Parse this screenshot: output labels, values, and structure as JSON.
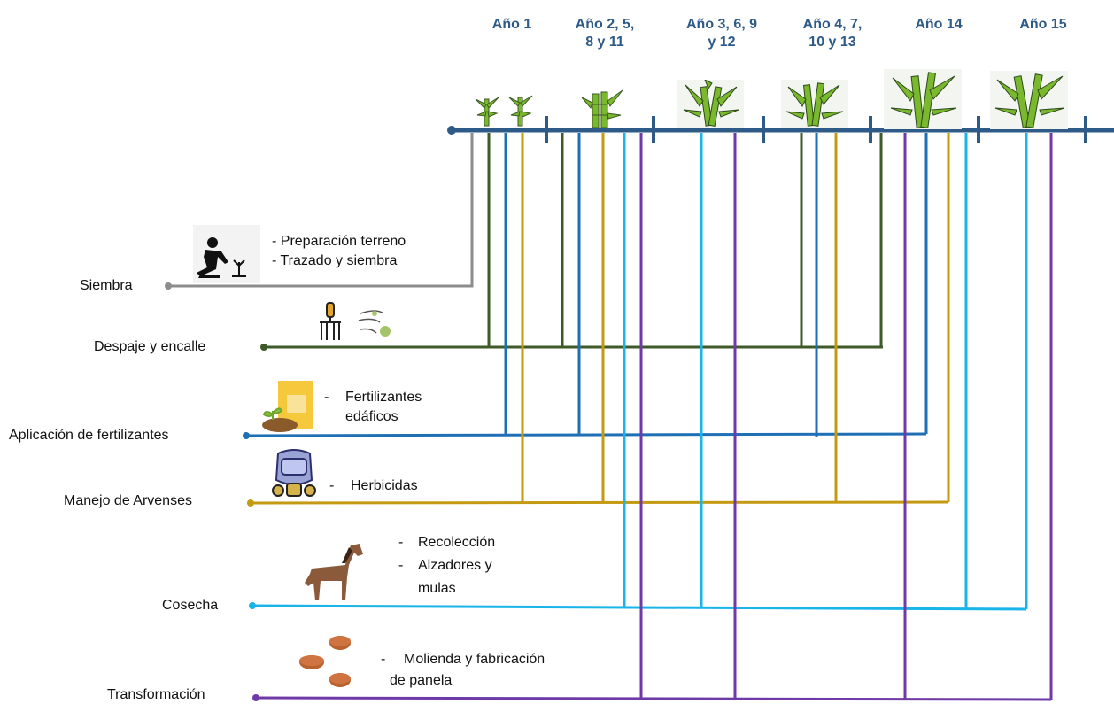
{
  "years": [
    "Año 1",
    "Año 2, 5,\n8 y 11",
    "Año 3, 6, 9\ny 12",
    "Año 4, 7,\n10 y 13",
    "Año 14",
    "Año 15"
  ],
  "activities": [
    {
      "label": "Siembra",
      "color": "#8c8c8c",
      "icon": "kneeling-planter-icon",
      "details": [
        "- Preparación terreno",
        "- Trazado y siembra"
      ]
    },
    {
      "label": "Despaje y encalle",
      "color": "#3d5a28",
      "icon": "garden-fork-and-wind-icon",
      "details": []
    },
    {
      "label": "Aplicación de fertilizantes",
      "color": "#1f6fb5",
      "icon": "fertilizer-bag-icon",
      "details": [
        "-",
        "Fertilizantes",
        "edáficos"
      ]
    },
    {
      "label": "Manejo de Arvenses",
      "color": "#c49a12",
      "icon": "gas-mask-icon",
      "details": [
        "-",
        "Herbicidas"
      ]
    },
    {
      "label": "Cosecha",
      "color": "#19b5e8",
      "icon": "horse-icon",
      "details": [
        "-",
        "Recolección",
        "-",
        "Alzadores y",
        "mulas"
      ]
    },
    {
      "label": "Transformación",
      "color": "#6f3aa8",
      "icon": "panela-blocks-icon",
      "details": [
        "-",
        "Molienda y fabricación",
        "de panela"
      ]
    }
  ],
  "colors": {
    "timeline": "#2e5a87",
    "year_text": "#2e5a87",
    "cane": "#7ab82d"
  }
}
